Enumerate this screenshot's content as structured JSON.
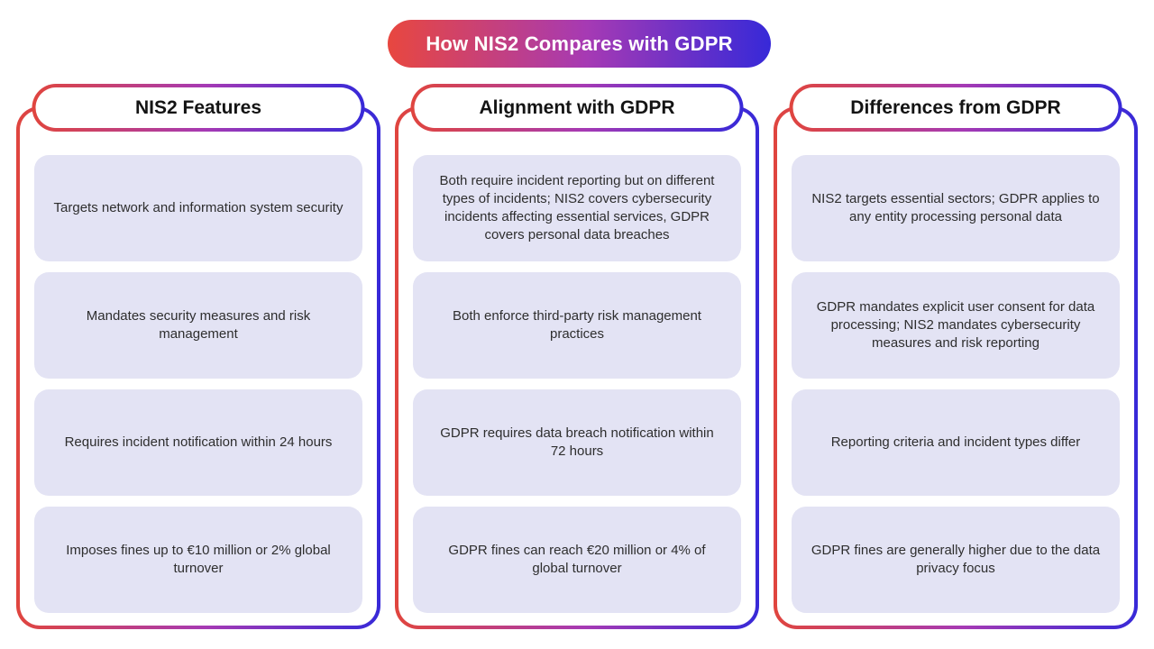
{
  "title": "How NIS2 Compares with GDPR",
  "colors": {
    "gradient_start": "#e8473f",
    "gradient_mid": "#a63ab4",
    "gradient_end": "#3729d8",
    "card_background": "#e3e3f4",
    "card_text": "#2e2e2e",
    "header_text": "#141414",
    "title_text": "#ffffff",
    "page_background": "#ffffff"
  },
  "columns": [
    {
      "header": "NIS2 Features",
      "cards": [
        "Targets network and information system security",
        "Mandates security measures and risk management",
        "Requires incident notification within 24 hours",
        "Imposes fines up to €10 million or 2% global turnover"
      ]
    },
    {
      "header": "Alignment with GDPR",
      "cards": [
        "Both require incident reporting but on different types of incidents; NIS2 covers cybersecurity incidents affecting essential services, GDPR covers personal data breaches",
        "Both enforce third-party risk management practices",
        "GDPR requires data breach notification within 72 hours",
        "GDPR fines can reach €20 million or 4% of global turnover"
      ]
    },
    {
      "header": "Differences from GDPR",
      "cards": [
        "NIS2 targets essential sectors; GDPR applies to any entity processing personal data",
        "GDPR mandates explicit user consent for data processing; NIS2 mandates cybersecurity measures and risk reporting",
        "Reporting criteria and incident types differ",
        "GDPR fines are generally higher due to the data privacy focus"
      ]
    }
  ]
}
